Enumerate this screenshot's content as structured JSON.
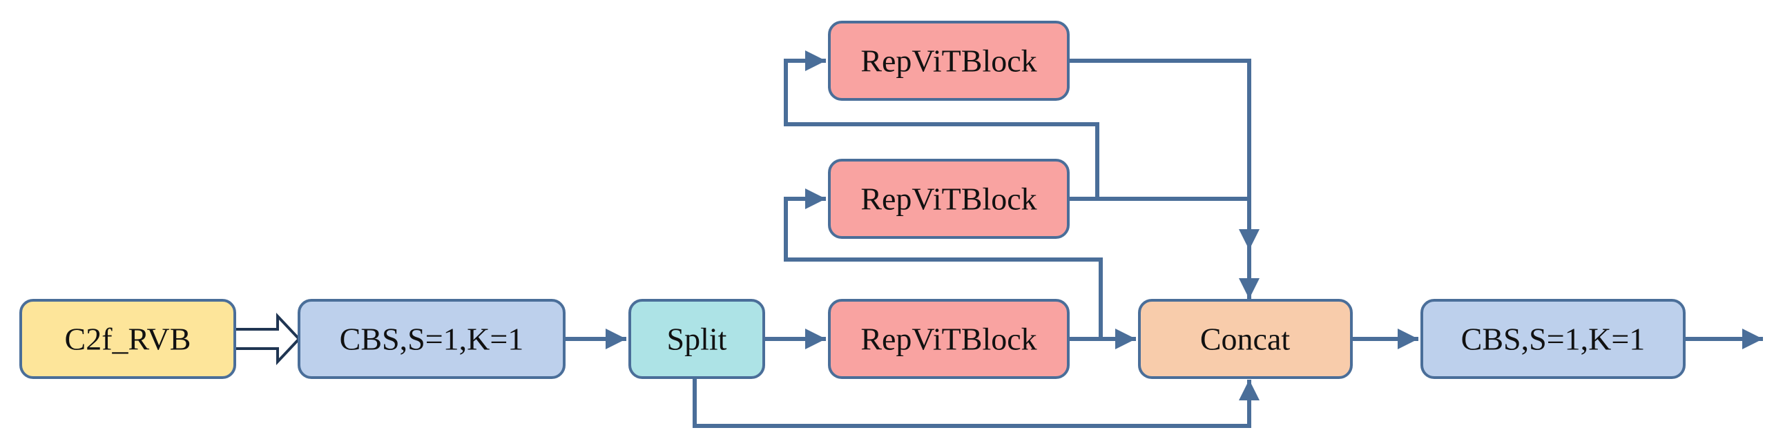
{
  "colors": {
    "input": "#fde59a",
    "cbs": "#bdd0ec",
    "split": "#ade3e6",
    "repvit": "#f9a3a1",
    "concat": "#f8ccab",
    "line": "#4a6e99"
  },
  "nodes": {
    "c2f": "C2f_RVB",
    "cbs1": "CBS,S=1,K=1",
    "split": "Split",
    "rvb1": "RepViTBlock",
    "rvb2": "RepViTBlock",
    "rvb3": "RepViTBlock",
    "concat": "Concat",
    "cbs2": "CBS,S=1,K=1"
  }
}
